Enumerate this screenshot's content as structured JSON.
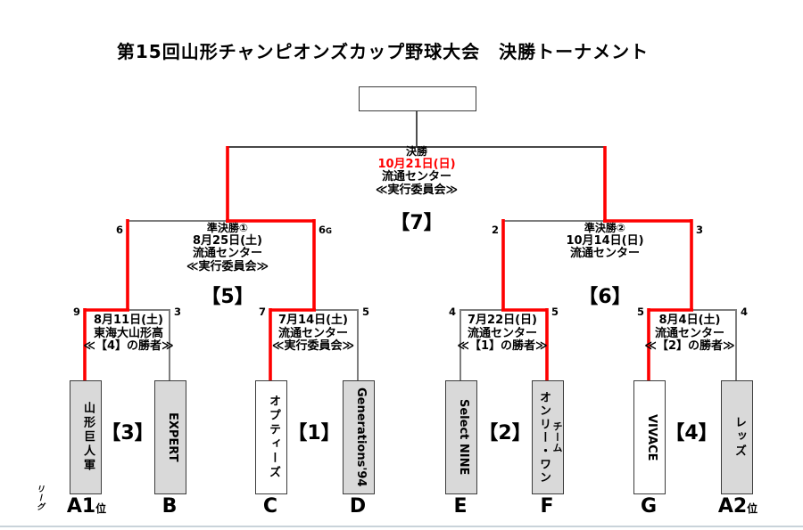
{
  "title": "第15回山形チャンピオンズカップ野球大会　決勝トーナメント",
  "colors": {
    "advance_path": "#ff0000",
    "bracket_line": "#7e7e7e",
    "team_box_fill": "#d9d9d9",
    "finalist_box_fill": "#ffffff",
    "date_highlight": "#ff0000"
  },
  "final": {
    "round_label": "決勝",
    "date": "10月21日(日)",
    "venue": "流通センター",
    "officials": "≪実行委員会≫",
    "game_label": "【7】"
  },
  "semifinal1": {
    "round_label": "準決勝①",
    "date": "8月25日(土)",
    "venue": "流通センター",
    "officials": "≪実行委員会≫",
    "game_label": "【5】",
    "score_left": "6",
    "score_right": "6",
    "score_right_note": "G"
  },
  "semifinal2": {
    "round_label": "準決勝②",
    "date": "10月14日(日)",
    "venue": "流通センター",
    "game_label": "【6】",
    "score_left": "2",
    "score_right": "3"
  },
  "qf3": {
    "date": "8月11日(土)",
    "venue": "東海大山形高",
    "officials": "≪【4】の勝者≫",
    "game_label": "【3】",
    "score_left": "9",
    "score_right": "3"
  },
  "qf1": {
    "date": "7月14日(土)",
    "venue": "流通センター",
    "officials": "≪実行委員会≫",
    "game_label": "【1】",
    "score_left": "7",
    "score_right": "5"
  },
  "qf2": {
    "date": "7月22日(日)",
    "venue": "流通センター",
    "officials": "≪【1】の勝者≫",
    "game_label": "【2】",
    "score_left": "4",
    "score_right": "5"
  },
  "qf4": {
    "date": "8月4日(土)",
    "venue": "流通センター",
    "officials": "≪【2】の勝者≫",
    "game_label": "【4】",
    "score_left": "5",
    "score_right": "4"
  },
  "teams": [
    {
      "name": "山形巨人軍",
      "seed": "A1",
      "seed_suffix": "位"
    },
    {
      "name": "EXPERT",
      "seed": "B",
      "seed_suffix": ""
    },
    {
      "name": "オプティーズ",
      "seed": "C",
      "seed_suffix": ""
    },
    {
      "name": "Generations'94",
      "seed": "D",
      "seed_suffix": ""
    },
    {
      "name": "Select NINE",
      "seed": "E",
      "seed_suffix": ""
    },
    {
      "name_col_right": "チーム",
      "name_col_left": "オンリー・ワン",
      "seed": "F",
      "seed_suffix": ""
    },
    {
      "name": "VIVACE",
      "seed": "G",
      "seed_suffix": ""
    },
    {
      "name": "レッズ",
      "seed": "A2",
      "seed_suffix": "位"
    }
  ],
  "league_label": "リーグ"
}
